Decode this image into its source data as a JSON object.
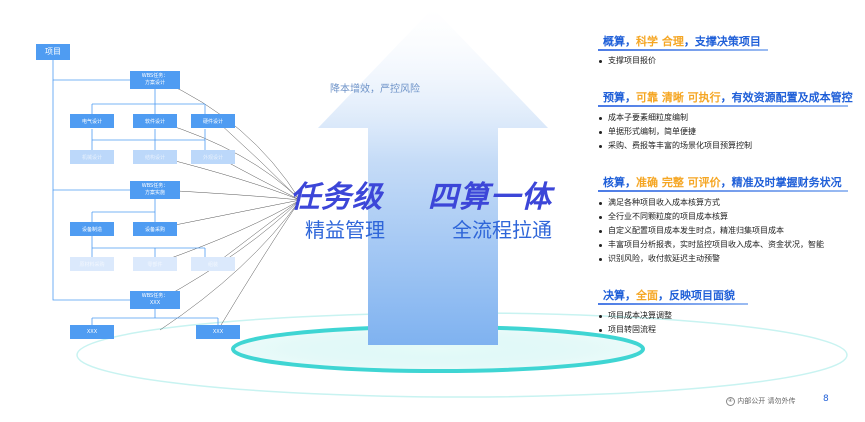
{
  "wbs": {
    "root": "项目",
    "task1": [
      "WBS任务：",
      "方案设计"
    ],
    "task2": [
      "WBS任务：",
      "方案实施"
    ],
    "task3": [
      "WBS任务：",
      "XXX"
    ],
    "row1": [
      "电气设计",
      "软件设计",
      "硬件设计"
    ],
    "row2": [
      "机械设计",
      "结构设计",
      "外观设计"
    ],
    "row3": [
      "设备制造",
      "设备采购"
    ],
    "row4": [
      "原材料采购",
      "零部件",
      "组装"
    ],
    "row5": [
      "XXX",
      "XXX"
    ]
  },
  "center": {
    "arrow_text": "降本增效，严控风险",
    "title_left": "任务级",
    "title_right": "四算一体",
    "sub_left": "精益管理",
    "sub_right": "全流程拉通"
  },
  "sections": [
    {
      "title": [
        {
          "t": "概算，",
          "c": "blue"
        },
        {
          "t": "科学 合理",
          "c": "acc"
        },
        {
          "t": "，支撑决策项目",
          "c": "blue"
        }
      ],
      "items": [
        "支撑项目报价"
      ]
    },
    {
      "title": [
        {
          "t": "预算，",
          "c": "blue"
        },
        {
          "t": "可靠 清晰 可执行",
          "c": "acc"
        },
        {
          "t": "，有效资源配置及成本管控",
          "c": "blue"
        }
      ],
      "items": [
        "成本子要素细粒度编制",
        "单据形式编制，简单便捷",
        "采购、费报等丰富的场景化项目预算控制"
      ]
    },
    {
      "title": [
        {
          "t": "核算，",
          "c": "blue"
        },
        {
          "t": "准确 完整 可评价",
          "c": "acc"
        },
        {
          "t": "，精准及时掌握财务状况",
          "c": "blue"
        }
      ],
      "items": [
        "满足各种项目收入成本核算方式",
        "全行业不同颗粒度的项目成本核算",
        "自定义配置项目成本发生时点，精准归集项目成本",
        "丰富项目分析报表，实时监控项目收入成本、资金状况，智能",
        "识别风险，收付款延迟主动预警"
      ]
    },
    {
      "title": [
        {
          "t": "决算，",
          "c": "blue"
        },
        {
          "t": "全面",
          "c": "acc"
        },
        {
          "t": "，反映项目面貌",
          "c": "blue"
        }
      ],
      "items": [
        "项目成本决算调整",
        "项目转固流程"
      ]
    }
  ],
  "footer": {
    "confidential": "内部公开 请勿外传",
    "page": "8",
    "lock_icon": "info-icon"
  }
}
